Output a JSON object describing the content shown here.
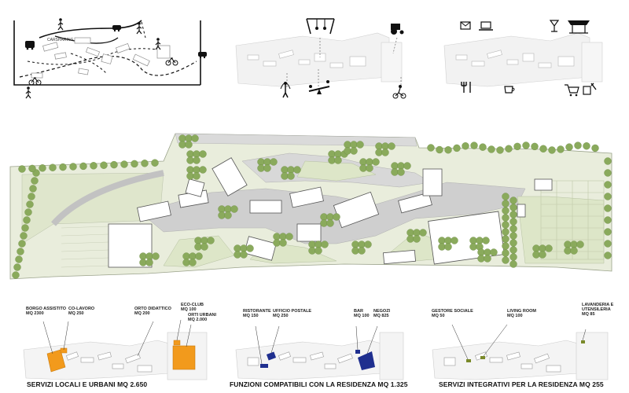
{
  "mobility": {
    "carsharing_label": "CARSHARING"
  },
  "bottom_panels": [
    {
      "caption": "SERVIZI LOCALI E URBANI  MQ 2.650",
      "labels": [
        {
          "text": "BORGO ASSISTITO\nMQ 2300"
        },
        {
          "text": "CO-LAVORO\nMQ 250"
        },
        {
          "text": "ORTO DIDATTICO\nMQ 200"
        },
        {
          "text": "ECO-CLUB\nMQ 100"
        },
        {
          "text": "ORTI URBANI\nMQ 2.000"
        }
      ],
      "highlight_color": "#f29a1c"
    },
    {
      "caption": "FUNZIONI COMPATIBILI CON LA RESIDENZA MQ 1.325",
      "labels": [
        {
          "text": "RISTORANTE\nMQ 150"
        },
        {
          "text": "UFFICIO POSTALE\nMQ 250"
        },
        {
          "text": "BAR\nMQ 100"
        },
        {
          "text": "NEGOZI\nMQ 825"
        }
      ],
      "highlight_color": "#1f2f8f"
    },
    {
      "caption": "SERVIZI INTEGRATIVI PER LA RESIDENZA  MQ 255",
      "labels": [
        {
          "text": "GESTORE SOCIALE\nMQ 50"
        },
        {
          "text": "LIVING ROOM\nMQ 100"
        },
        {
          "text": "LAVANDERIA E\nUTENSILERIA\nMQ 85"
        }
      ],
      "highlight_color": "#7a8a2a"
    }
  ],
  "icons": {
    "mobility": [
      "bus-icon",
      "car-icon",
      "pedestrian-icon",
      "bicycle-icon"
    ],
    "leisure": [
      "swing-icon",
      "tractor-icon",
      "jump-rope-icon",
      "seesaw-icon",
      "cyclist-icon"
    ],
    "services": [
      "mail-icon",
      "laptop-icon",
      "cocktail-icon",
      "market-stall-icon",
      "cutlery-icon",
      "coffee-icon",
      "shopping-cart-icon",
      "box-tool-icon"
    ]
  },
  "colors": {
    "green_tree": "#8aaa5c",
    "green_lawn": "#dfe6cc",
    "path_grey": "#cfcfcf",
    "building_white": "#ffffff",
    "building_stroke": "#6a6a6a"
  }
}
